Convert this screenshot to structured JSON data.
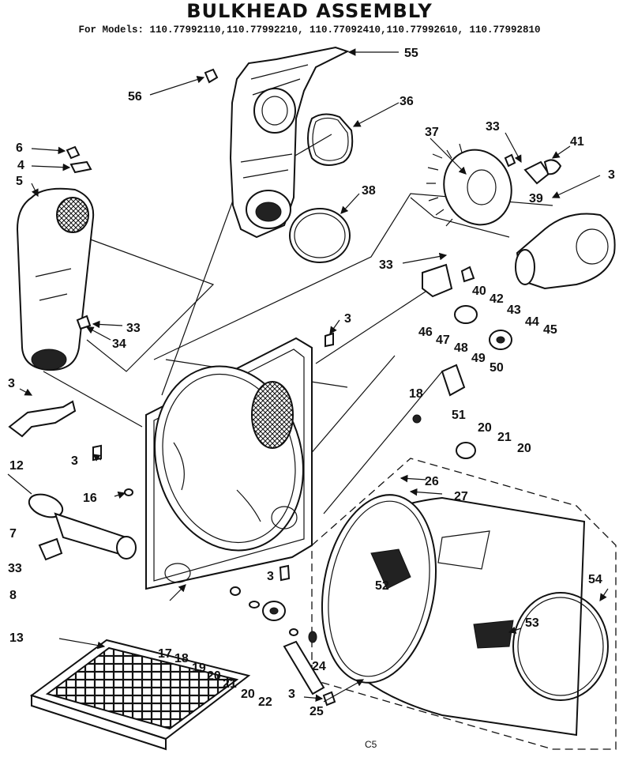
{
  "title": "BULKHEAD ASSEMBLY",
  "models_line": "For Models: 110.77992110,110.77992210, 110.77092410,110.77992610, 110.77992810",
  "footer_code": "C5",
  "callouts": {
    "c55": "55",
    "c56": "56",
    "c36": "36",
    "c37": "37",
    "c33a": "33",
    "c41": "41",
    "c3a": "3",
    "c6": "6",
    "c4": "4",
    "c5": "5",
    "c38": "38",
    "c39": "39",
    "c33b": "33",
    "c40": "40",
    "c42": "42",
    "c43": "43",
    "c44": "44",
    "c45": "45",
    "c33c": "33",
    "c34": "34",
    "c3b": "3",
    "c46": "46",
    "c47": "47",
    "c48": "48",
    "c49": "49",
    "c50": "50",
    "c3c": "3",
    "c18a": "18",
    "c51": "51",
    "c20a": "20",
    "c21a": "21",
    "c20b": "20",
    "c12": "12",
    "c3d": "3",
    "c26": "26",
    "c27": "27",
    "c16": "16",
    "c7": "7",
    "c33d": "33",
    "c8": "8",
    "c54": "54",
    "c52": "52",
    "c3e": "3",
    "c53": "53",
    "c13": "13",
    "c17": "17",
    "c18b": "18",
    "c19": "19",
    "c20c": "20",
    "c21b": "21",
    "c20d": "20",
    "c22": "22",
    "c24": "24",
    "c3f": "3",
    "c25": "25"
  }
}
